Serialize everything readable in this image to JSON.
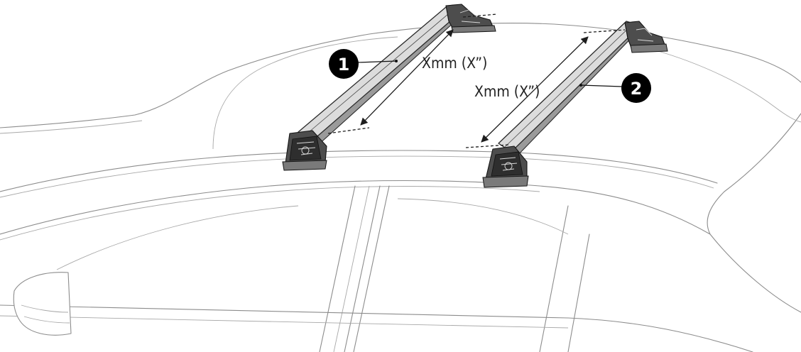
{
  "diagram": {
    "callouts": [
      {
        "number": "1"
      },
      {
        "number": "2"
      }
    ],
    "measurements": [
      {
        "label": "Xmm (X”)"
      },
      {
        "label": "Xmm (X”)"
      }
    ]
  }
}
